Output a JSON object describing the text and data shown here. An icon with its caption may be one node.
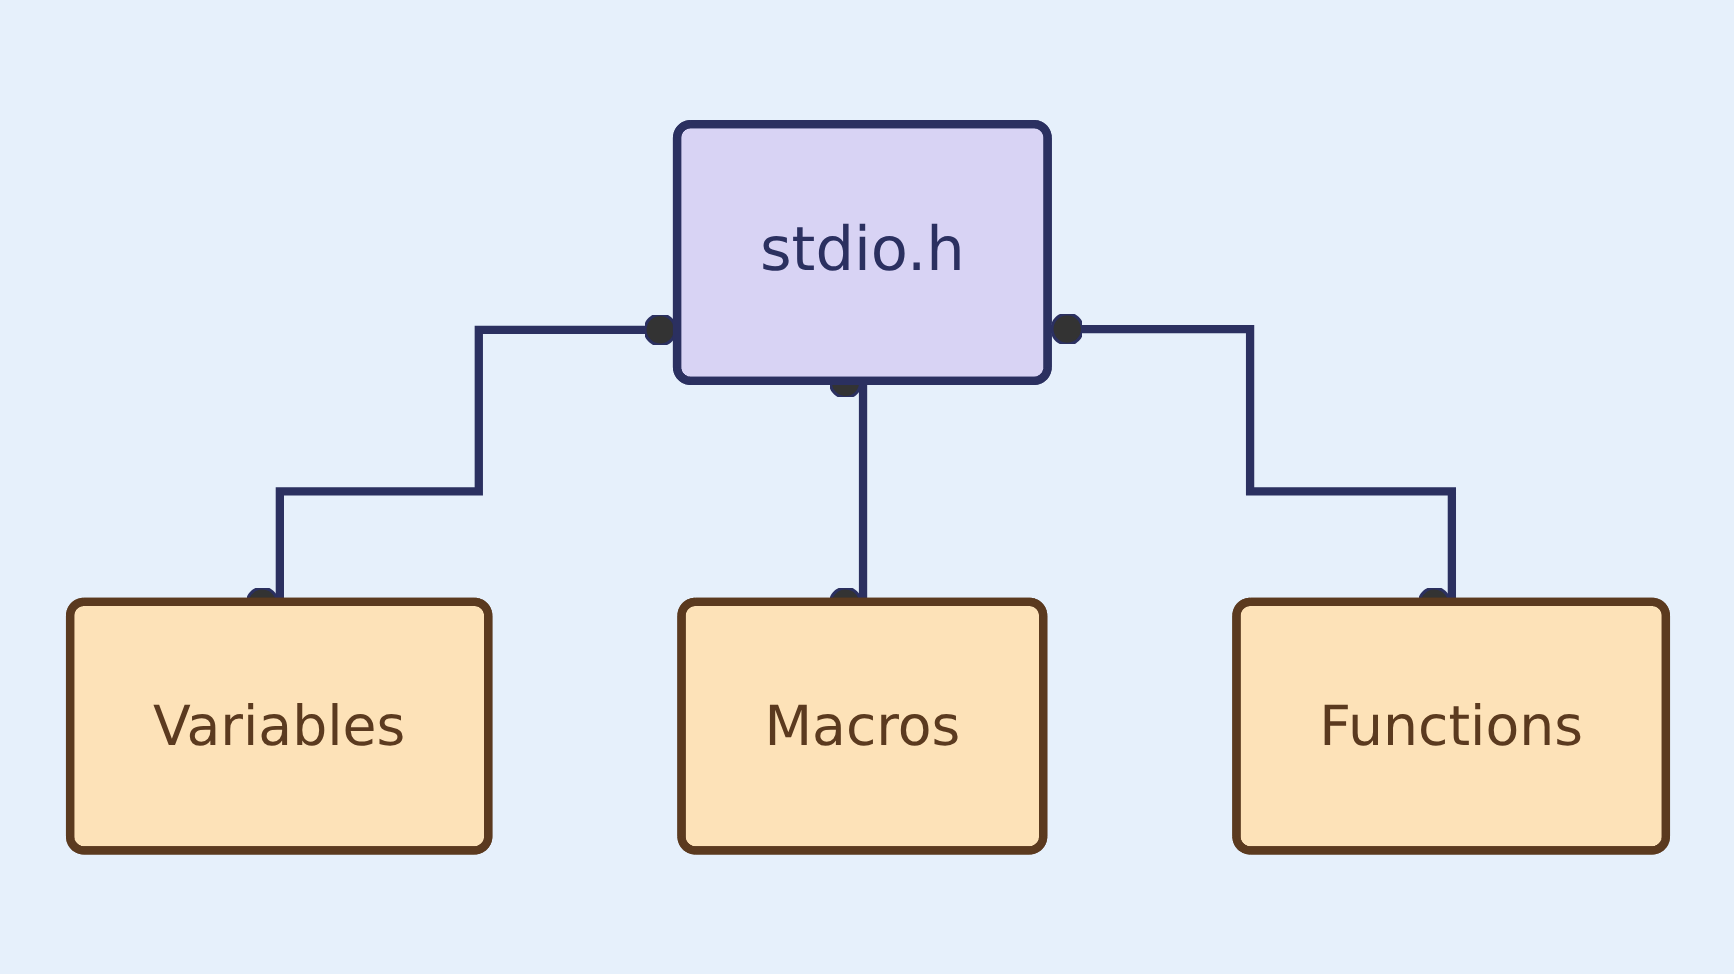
{
  "diagram": {
    "nodes": [
      {
        "text": [
          "stdio.h"
        ]
      },
      {
        "text": [
          "Variables"
        ]
      },
      {
        "text": [
          "Macros"
        ]
      },
      {
        "text": [
          "Functions"
        ]
      }
    ],
    "edges": [
      {
        "from": 0,
        "to": 1,
        "arrow": "other"
      },
      {
        "from": 0,
        "to": 2,
        "arrow": "other"
      },
      {
        "from": 0,
        "to": 3,
        "arrow": "other"
      }
    ]
  }
}
